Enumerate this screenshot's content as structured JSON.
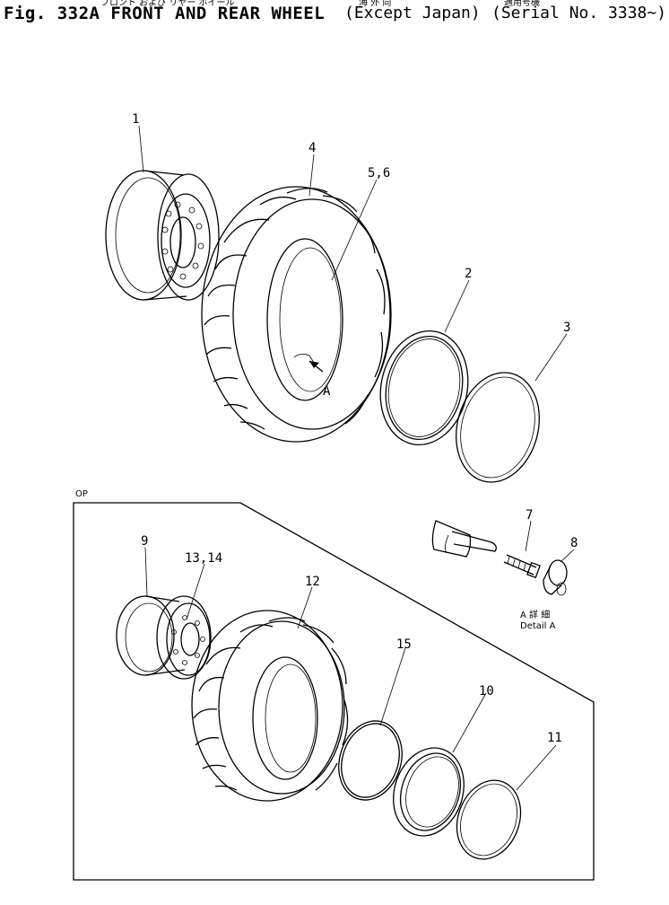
{
  "header": {
    "jp_line": "フロント および リヤー ホイール",
    "title": "Fig. 332A FRONT AND REAR WHEEL",
    "region_jp": "海 外 向",
    "region": "(Except Japan)",
    "serial_jp": "適用号機",
    "serial": "(Serial No. 3338~)"
  },
  "option_label": "OP",
  "detail": {
    "jp": "A 詳 細",
    "label": "Detail A",
    "arrow_label": "A"
  },
  "callouts": [
    "1",
    "2",
    "3",
    "4",
    "5,6",
    "7",
    "8",
    "9",
    "10",
    "11",
    "12",
    "13,14",
    "15"
  ]
}
